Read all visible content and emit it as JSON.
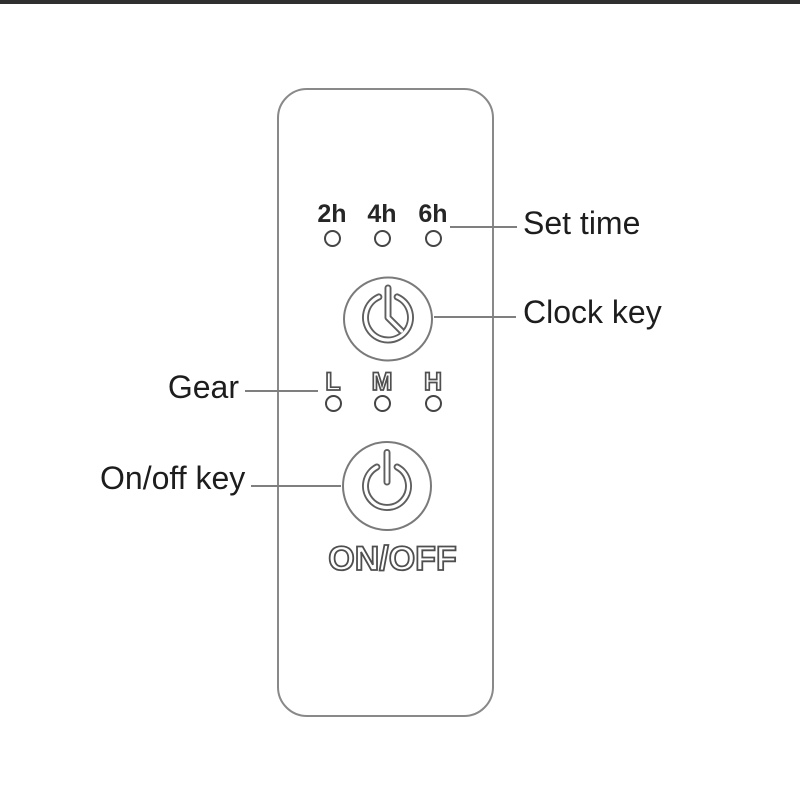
{
  "colors": {
    "background": "#ffffff",
    "panel_border": "#898989",
    "leader_line": "#7f7f7f",
    "label_text": "#1d1d1d",
    "indicator_stroke": "#454545",
    "button_stroke": "#7a7a7a",
    "icon_stroke": "#5f5f5f",
    "outline_letter_stroke": "#4f4f4f"
  },
  "annotations": {
    "set_time": "Set time",
    "clock_key": "Clock key",
    "gear": "Gear",
    "onoff_key": "On/off key"
  },
  "timer_indicators": [
    {
      "label": "2h"
    },
    {
      "label": "4h"
    },
    {
      "label": "6h"
    }
  ],
  "gear_indicators": [
    {
      "label": "L"
    },
    {
      "label": "M"
    },
    {
      "label": "H"
    }
  ],
  "buttons": {
    "clock": {
      "icon": "timer-clock-icon"
    },
    "power": {
      "icon": "power-icon",
      "caption": "ON/OFF"
    }
  }
}
